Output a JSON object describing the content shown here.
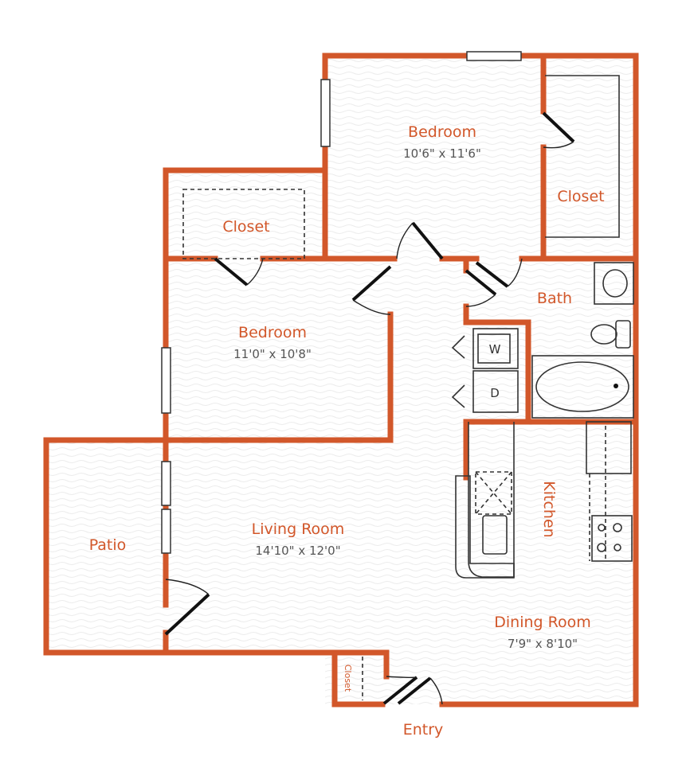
{
  "floorplan": {
    "wall_color": "#d2572a",
    "rooms": {
      "bedroom1": {
        "name": "Bedroom",
        "size": "10'6\" x 11'6\""
      },
      "closet1": {
        "name": "Closet"
      },
      "closet2": {
        "name": "Closet"
      },
      "bedroom2": {
        "name": "Bedroom",
        "size": "11'0\" x 10'8\""
      },
      "bath": {
        "name": "Bath"
      },
      "washer": {
        "name": "W"
      },
      "dryer": {
        "name": "D"
      },
      "kitchen": {
        "name": "Kitchen"
      },
      "living": {
        "name": "Living Room",
        "size": "14'10\" x 12'0\""
      },
      "patio": {
        "name": "Patio"
      },
      "dining": {
        "name": "Dining Room",
        "size": "7'9\" x 8'10\""
      },
      "entry_closet": {
        "name": "Closet"
      },
      "entry": {
        "name": "Entry"
      }
    }
  }
}
